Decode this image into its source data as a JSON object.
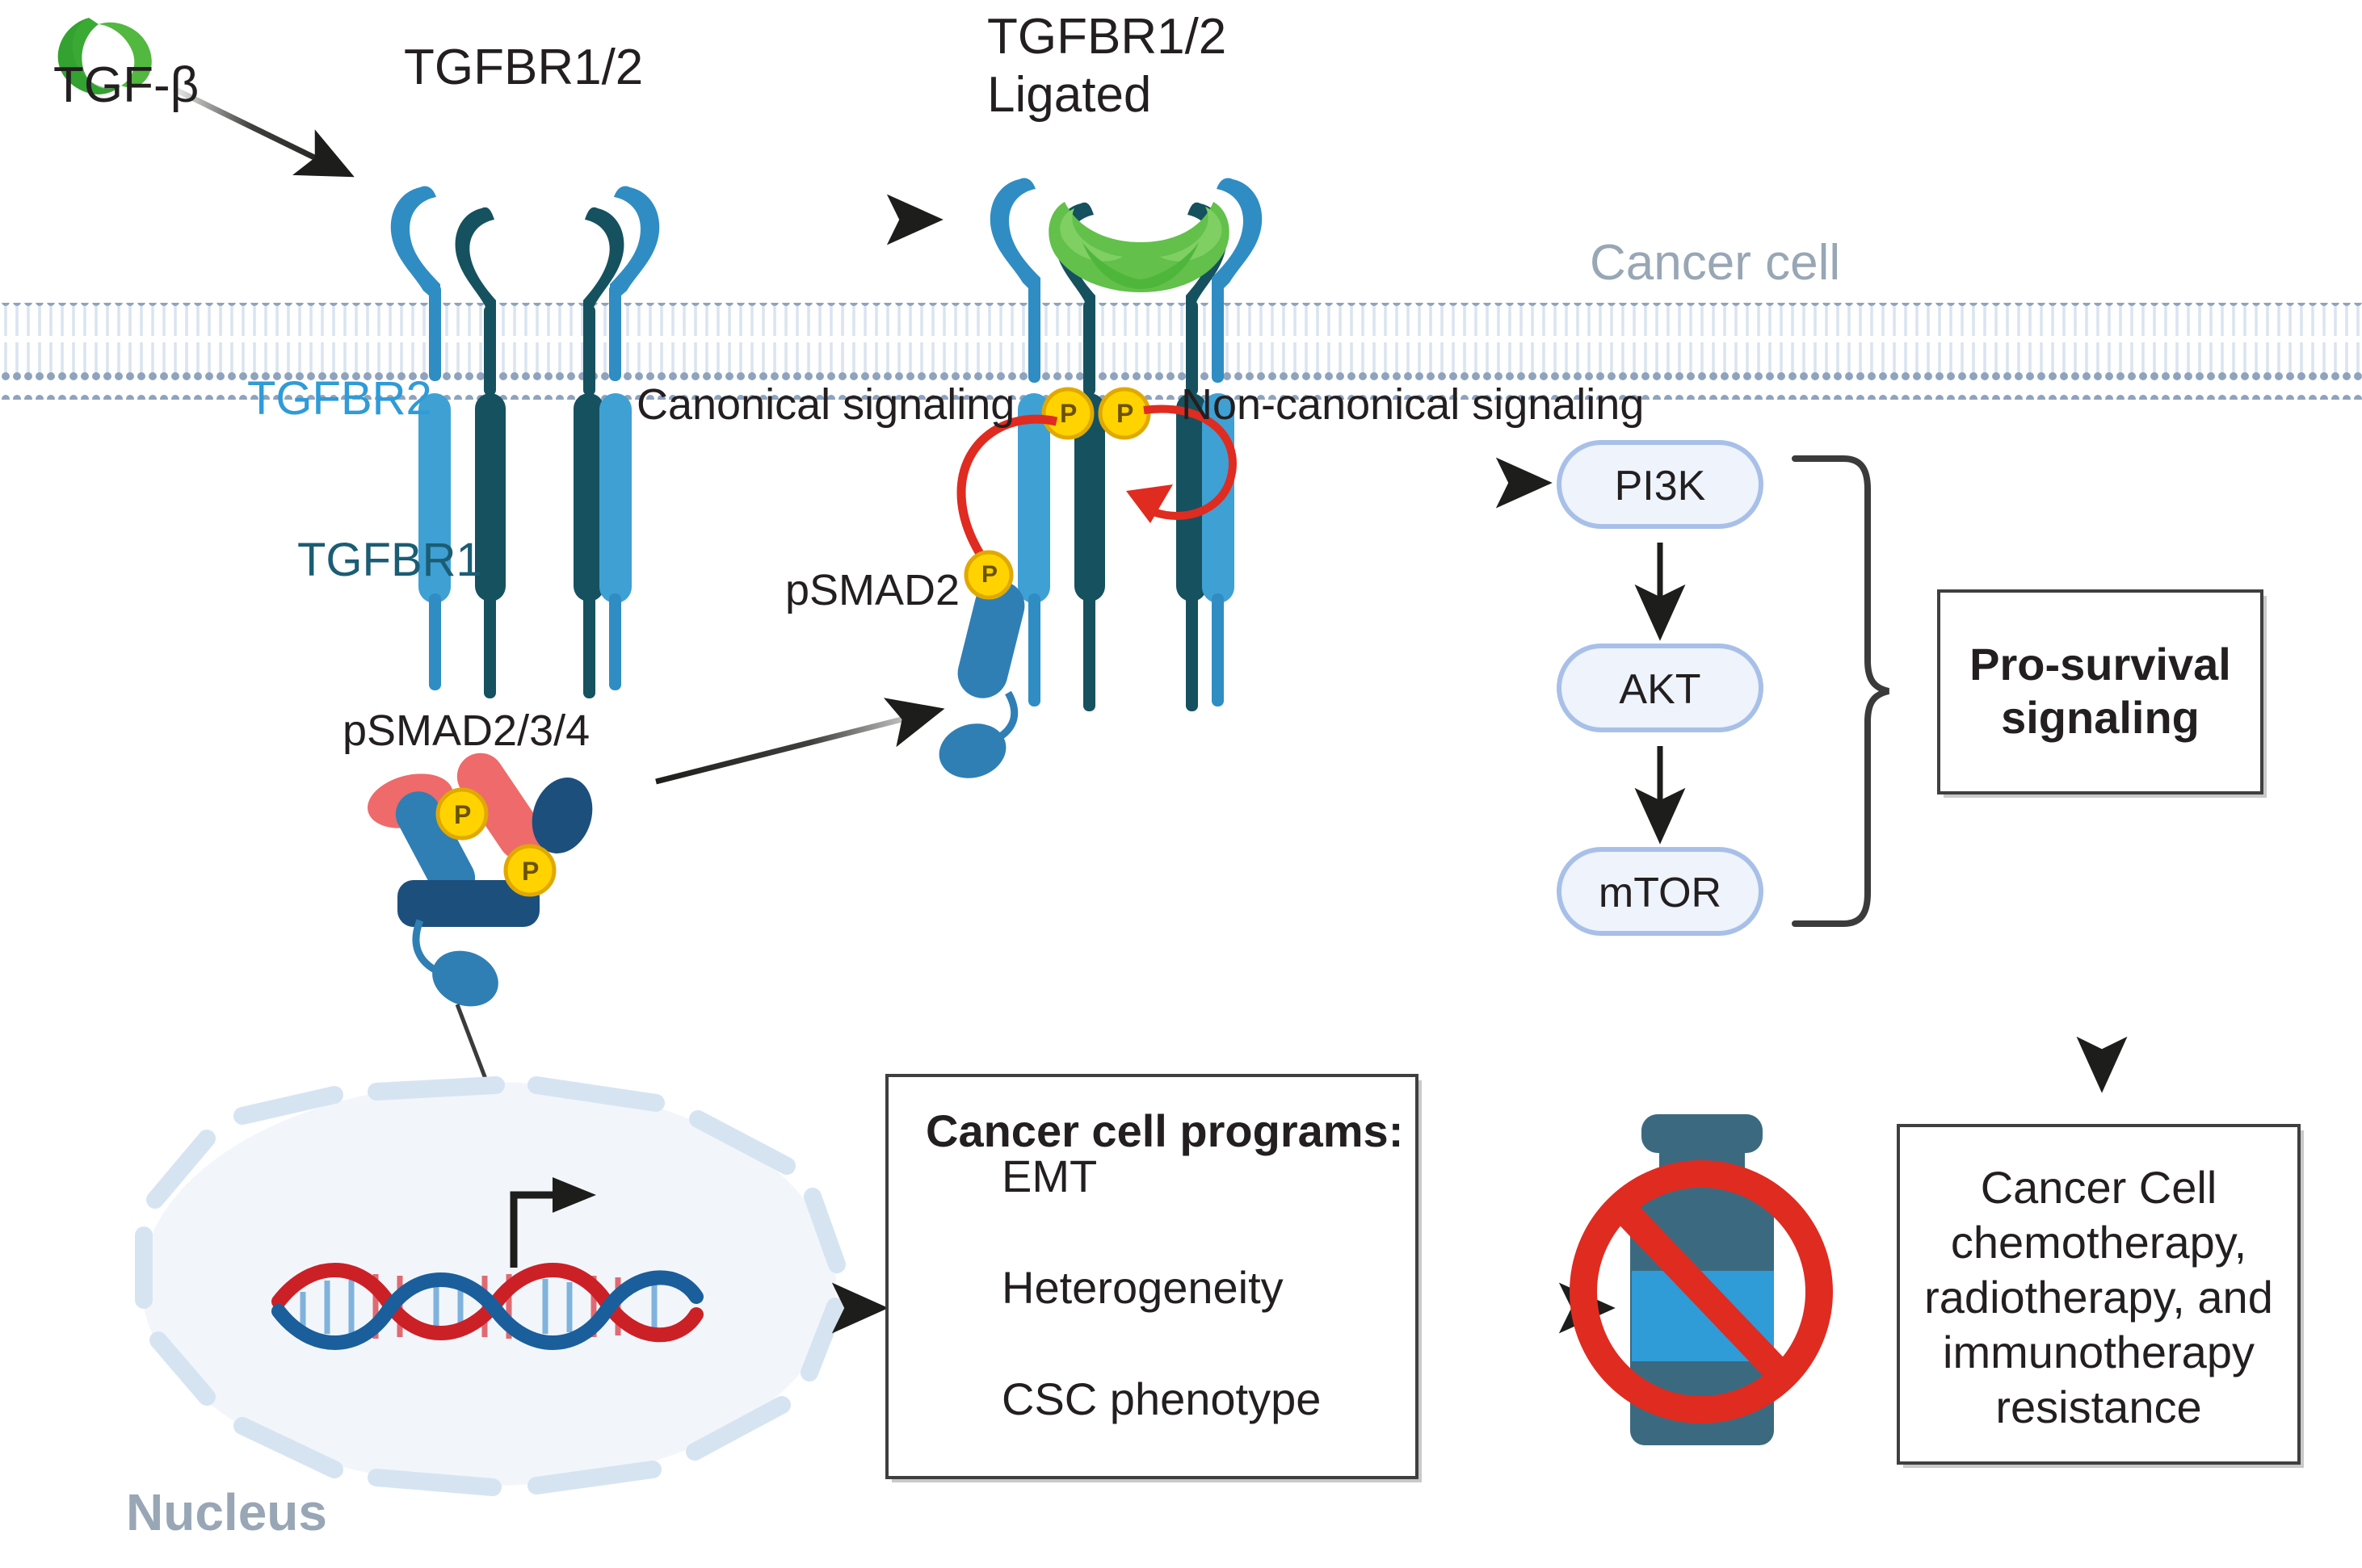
{
  "diagram": {
    "title": "TGF-beta signaling in cancer cell",
    "labels": {
      "tgfb": "TGF-β",
      "receptor_unligated": "TGFBR1/2",
      "receptor_ligated_line1": "TGFBR1/2",
      "receptor_ligated_line2": "Ligated",
      "tgfbr2": "TGFBR2",
      "tgfbr1": "TGFBR1",
      "cancer_cell": "Cancer cell",
      "canonical": "Canonical signaling",
      "non_canonical": "Non-canonical signaling",
      "psmad2": "pSMAD2",
      "psmad234": "pSMAD2/3/4",
      "nucleus": "Nucleus",
      "phospho": "P"
    },
    "kinase_cascade": [
      {
        "name": "PI3K"
      },
      {
        "name": "AKT"
      },
      {
        "name": "mTOR"
      }
    ],
    "pro_survival_box": {
      "line1": "Pro-survival",
      "line2": "signaling"
    },
    "programs_box": {
      "heading": "Cancer cell programs:",
      "items": [
        {
          "arrow": "up-arrow-icon",
          "label": "EMT"
        },
        {
          "arrow": "up-arrow-icon",
          "label": "Heterogeneity"
        },
        {
          "arrow": "up-arrow-icon",
          "label": "CSC phenotype"
        }
      ]
    },
    "resistance_box": {
      "line1": "Cancer Cell",
      "line2": "chemotherapy,",
      "line3": "radiotherapy, and",
      "line4": "immunotherapy",
      "line5": "resistance"
    },
    "icons": {
      "drug_bottle": "drug-bottle-icon",
      "prohibition": "prohibition-icon",
      "dna": "dna-helix-icon",
      "transcription": "transcription-start-arrow-icon",
      "membrane": "phospholipid-bilayer-icon"
    },
    "colors": {
      "tgfb_green": "#3aaa35",
      "tgfb_green_light": "#62c04b",
      "receptor_r2": "#2f8dc4",
      "receptor_r2_light": "#3fa0d4",
      "receptor_r1": "#16515f",
      "membrane_head": "#8fa3bd",
      "membrane_tail": "#dbe4f0",
      "phospho_yellow": "#ffd200",
      "phospho_ring": "#e0a900",
      "red_arrow": "#e02b20",
      "smad_red": "#ef6a6a",
      "smad_blue": "#2f7fb5",
      "smad_navy": "#1d4f7c",
      "node_fill": "#eef3fc",
      "node_stroke": "#a8c0e8",
      "nucleus_fill": "#f2f6fb",
      "nucleus_ring": "#d6e4f2",
      "dna_red": "#cc2027",
      "dna_blue": "#1b5e9c",
      "grey_label": "#98a6b5",
      "bottle_dark": "#3b6a80",
      "bottle_light": "#2f9bd7",
      "prohibition_red": "#e02b20",
      "box_border": "#3f3f3f"
    }
  }
}
